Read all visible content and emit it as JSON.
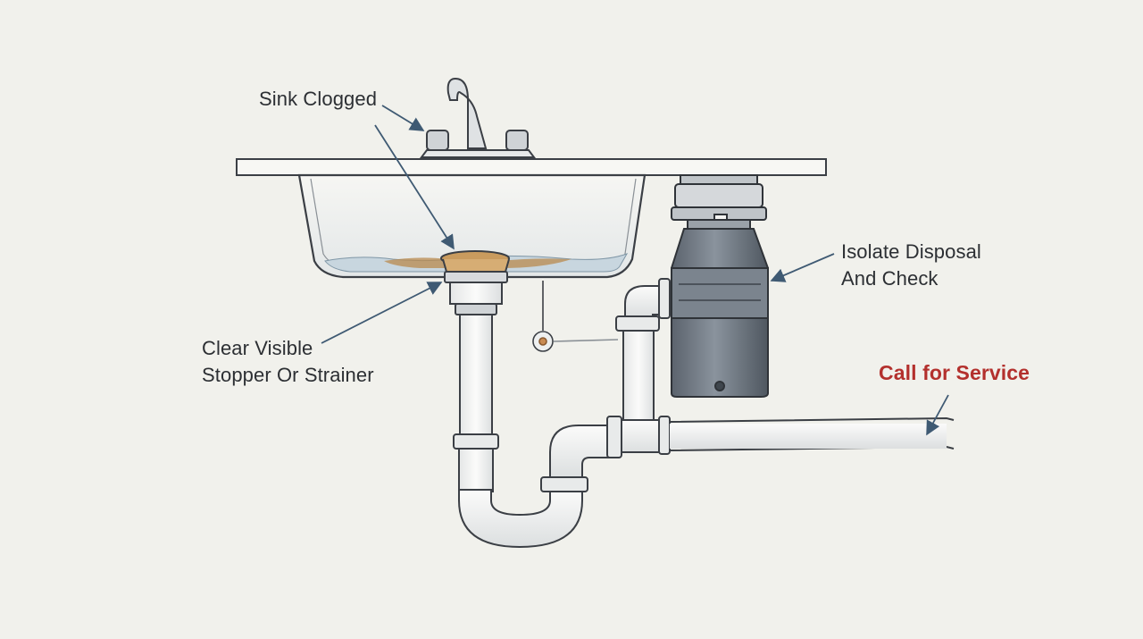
{
  "labels": {
    "sink_clogged": "Sink Clogged",
    "clear_stopper": [
      "Clear Visible",
      "Stopper Or Strainer"
    ],
    "isolate_disposal": [
      "Isolate Disposal",
      "And Check"
    ],
    "call_service": "Call for Service"
  },
  "colors": {
    "background": "#f1f1ec",
    "line": "#3b3f45",
    "arrow": "#3f5a73",
    "alert": "#b3302d",
    "water": "#c8d6df",
    "debris": "#b98a4e",
    "disposal_body": "#6e7782"
  }
}
